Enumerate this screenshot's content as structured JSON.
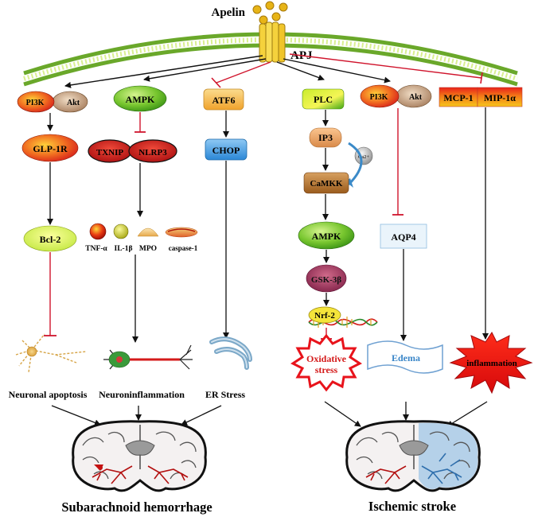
{
  "ligand": {
    "label": "Apelin"
  },
  "receptor": {
    "label": "APJ"
  },
  "sah_pathways": {
    "pi3k": "PI3K",
    "akt": "Akt",
    "glp1r": "GLP-1R",
    "bcl2": "Bcl-2",
    "ampk": "AMPK",
    "txnip": "TXNIP",
    "nlrp3": "NLRP3",
    "atf6": "ATF6",
    "chop": "CHOP",
    "cytokines": {
      "tnf": "TNF-α",
      "il1b": "IL-1β",
      "mpo": "MPO",
      "caspase": "caspase-1"
    }
  },
  "stroke_pathways": {
    "plc": "PLC",
    "ip3": "IP3",
    "ca": "Ca2+",
    "camkk": "CaMKK",
    "ampk": "AMPK",
    "gsk3b": "GSK-3β",
    "nrf2": "Nrf-2",
    "pi3k": "PI3K",
    "akt": "Akt",
    "aqp4": "AQP4",
    "mcp1": "MCP-1",
    "mip1a": "MIP-1α"
  },
  "outcomes": {
    "neuronal_apoptosis": "Neuronal apoptosis",
    "neuroinflammation": "Neuroninflammation",
    "er_stress": "ER Stress",
    "oxidative_line1": "Oxidative",
    "oxidative_line2": "stress",
    "edema": "Edema",
    "inflammation": "inflammation"
  },
  "diseases": {
    "sah": "Subarachnoid hemorrhage",
    "stroke": "Ischemic stroke"
  },
  "colors": {
    "activation_arrow": "#000000",
    "inhibition_arrow": "#d0142c",
    "membrane_green": "#6aa82a",
    "apelin_gold": "#e7b417",
    "receptor_yellow": "#f5d23c"
  }
}
